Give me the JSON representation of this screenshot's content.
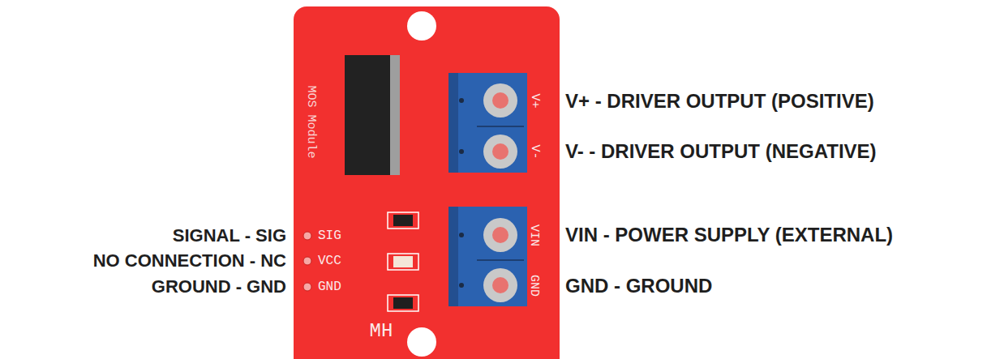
{
  "diagram": {
    "labels": [
      "MOS Module",
      "V+",
      "V-",
      "VIN",
      "GND",
      "SIG",
      "VCC",
      "GND",
      "MH",
      "V+ - DRIVER OUTPUT (POSITIVE)",
      "V- - DRIVER OUTPUT (NEGATIVE)",
      "VIN - POWER SUPPLY (EXTERNAL)",
      "GND - GROUND",
      "SIGNAL - SIG",
      "NO CONNECTION - NC",
      "GROUND - GND"
    ]
  }
}
